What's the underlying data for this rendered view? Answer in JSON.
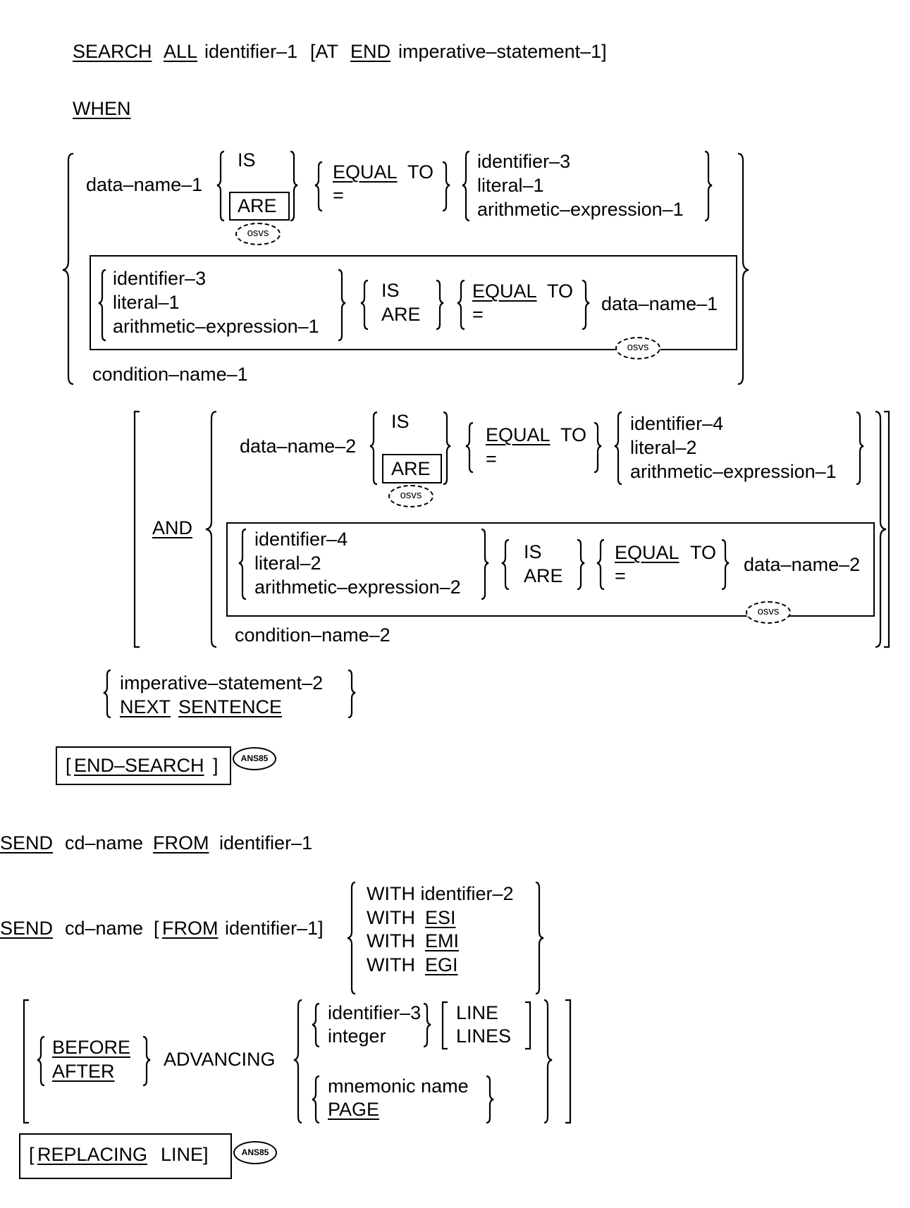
{
  "search": {
    "kw_search": "SEARCH",
    "kw_all": "ALL",
    "identifier": "identifier–1",
    "at_open": "[AT",
    "kw_end": "END",
    "imperative": "imperative–statement–1]",
    "kw_when": "WHEN",
    "dn1": "data–name–1",
    "is": "IS",
    "are": "ARE",
    "equal": "EQUAL",
    "to": "TO",
    "eq": "=",
    "id3": "identifier–3",
    "lit1": "literal–1",
    "arith1": "arithmetic–expression–1",
    "osvs": "osvs",
    "cond1": "condition–name–1",
    "and": "AND",
    "dn2": "data–name–2",
    "id4": "identifier–4",
    "lit2": "literal–2",
    "arith2": "arithmetic–expression–2",
    "cond2": "condition–name–2",
    "imp2": "imperative–statement–2",
    "next": "NEXT",
    "sentence": "SENTENCE",
    "end_search_open": "[",
    "end_search": "END–SEARCH",
    "end_search_close": "]",
    "ans85": "ANS85"
  },
  "send": {
    "kw_send": "SEND",
    "cdname": "cd–name",
    "kw_from": "FROM",
    "identifier1": "identifier–1",
    "from_open": "[",
    "identifier1_close": "identifier–1]",
    "with_id2": "WITH identifier–2",
    "with": "WITH",
    "esi": "ESI",
    "emi": "EMI",
    "egi": "EGI",
    "before": "BEFORE",
    "after": "AFTER",
    "advancing": "ADVANCING",
    "id3": "identifier–3",
    "integer": "integer",
    "line": "LINE",
    "lines": "LINES",
    "mnemonic": "mnemonic name",
    "page": "PAGE",
    "replacing_open": "[",
    "replacing": "REPLACING",
    "line_close": "LINE]",
    "ans85": "ANS85"
  }
}
